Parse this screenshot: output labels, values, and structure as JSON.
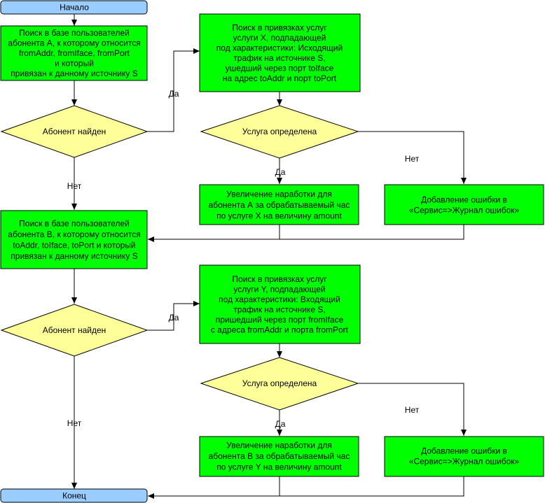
{
  "colors": {
    "terminal": "#99ccff",
    "process": "#00ff00",
    "decision": "#ffff99",
    "stroke": "#000000"
  },
  "nodes": {
    "start": {
      "lines": [
        "Начало"
      ]
    },
    "search_user_a": {
      "lines": [
        "Поиск в базе пользователей",
        "абонента А, к которому относится",
        "fromAddr, fromIface, fromPort",
        "и который",
        "привязан к данному источнику S"
      ]
    },
    "decision_user_found_1": {
      "lines": [
        "Абонент найден"
      ]
    },
    "search_service_x": {
      "lines": [
        "Поиск в привязках услуг",
        "услуги X, подпадающей",
        "под характеристики: Исходящий",
        "трафик на источнике S,",
        "ушедший через порт toIface",
        "на адрес toAddr и порт toPort"
      ]
    },
    "decision_service_defined_1": {
      "lines": [
        "Услуга определена"
      ]
    },
    "increase_usage_a": {
      "lines": [
        "Увеличение наработки для",
        "абонента А за обрабатываемый час",
        "по услуге X на величину amount"
      ]
    },
    "add_error_1": {
      "lines": [
        "Добавление ошибки в",
        "«Сервис=>Журнал ошибок»"
      ]
    },
    "search_user_b": {
      "lines": [
        "Поиск в базе пользователей",
        "абонента B, к которому относится",
        "toAddr, toIface, toPort и который",
        "привязан к данному источнику S"
      ]
    },
    "decision_user_found_2": {
      "lines": [
        "Абонент найден"
      ]
    },
    "search_service_y": {
      "lines": [
        "Поиск в привязках услуг",
        "услуги Y, подпадающей",
        "под характеристики: Входящий",
        "трафик на источнике S,",
        "пришедший через порт fromIface",
        "с адреса fromAddr и порта fromPort"
      ]
    },
    "decision_service_defined_2": {
      "lines": [
        "Услуга определена"
      ]
    },
    "increase_usage_b": {
      "lines": [
        "Увеличение наработки для",
        "абонента B за обрабатываемый час",
        "по услуге Y на величину amount"
      ]
    },
    "add_error_2": {
      "lines": [
        "Добавление ошибки в",
        "«Сервис=>Журнал ошибок»"
      ]
    },
    "end": {
      "lines": [
        "Конец"
      ]
    }
  },
  "edge_labels": {
    "yes_1": "Да",
    "no_1": "Нет",
    "yes_2": "Да",
    "no_2": "Нет",
    "yes_3": "Да",
    "no_3": "Нет",
    "yes_4": "Да",
    "no_4": "Нет"
  }
}
